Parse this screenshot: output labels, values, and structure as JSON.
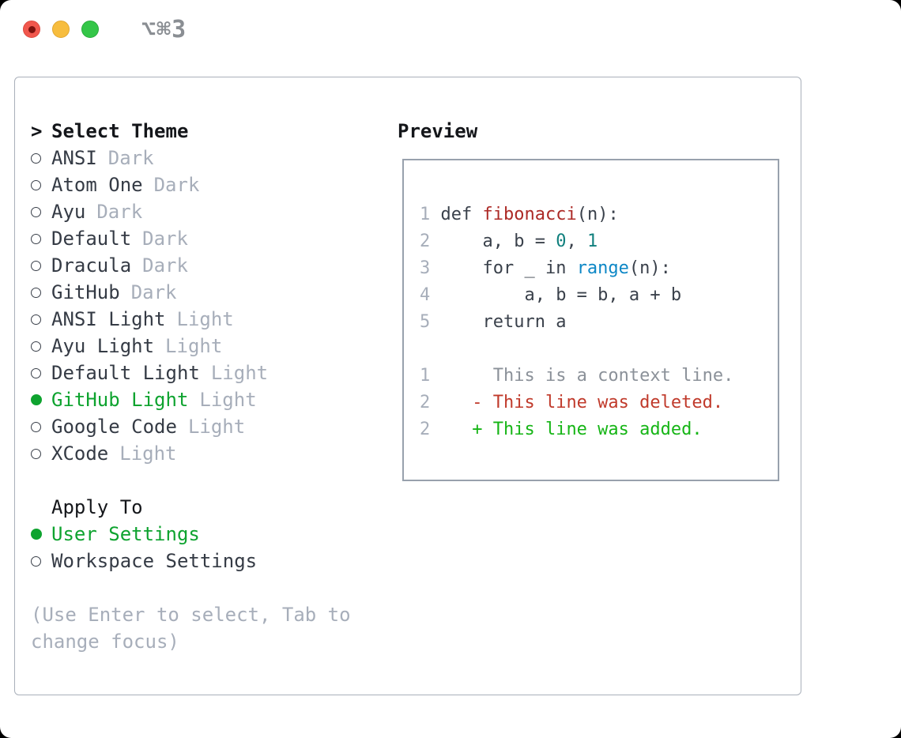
{
  "window": {
    "title": "⌥⌘3",
    "traffic_lights": [
      "close",
      "minimize",
      "zoom"
    ]
  },
  "theme_picker": {
    "prompt": ">",
    "title": "Select Theme",
    "themes": [
      {
        "name": "ANSI",
        "tag": "Dark",
        "selected": false
      },
      {
        "name": "Atom One",
        "tag": "Dark",
        "selected": false
      },
      {
        "name": "Ayu",
        "tag": "Dark",
        "selected": false
      },
      {
        "name": "Default",
        "tag": "Dark",
        "selected": false
      },
      {
        "name": "Dracula",
        "tag": "Dark",
        "selected": false
      },
      {
        "name": "GitHub",
        "tag": "Dark",
        "selected": false
      },
      {
        "name": "ANSI Light",
        "tag": "Light",
        "selected": false
      },
      {
        "name": "Ayu Light",
        "tag": "Light",
        "selected": false
      },
      {
        "name": "Default Light",
        "tag": "Light",
        "selected": false
      },
      {
        "name": "GitHub Light",
        "tag": "Light",
        "selected": true
      },
      {
        "name": "Google Code",
        "tag": "Light",
        "selected": false
      },
      {
        "name": "XCode",
        "tag": "Light",
        "selected": false
      }
    ],
    "apply_to": {
      "label": "Apply To",
      "options": [
        {
          "label": "User Settings",
          "selected": true
        },
        {
          "label": "Workspace Settings",
          "selected": false
        }
      ]
    },
    "hint": "(Use Enter to select, Tab to change focus)"
  },
  "preview": {
    "label": "Preview",
    "lines": [
      {
        "num": "1",
        "segs": [
          {
            "t": "def ",
            "c": "code"
          },
          {
            "t": "fibonacci",
            "c": "fn"
          },
          {
            "t": "(n):",
            "c": "code"
          }
        ]
      },
      {
        "num": "2",
        "segs": [
          {
            "t": "    a, b = ",
            "c": "code"
          },
          {
            "t": "0",
            "c": "num"
          },
          {
            "t": ", ",
            "c": "code"
          },
          {
            "t": "1",
            "c": "num"
          }
        ]
      },
      {
        "num": "3",
        "segs": [
          {
            "t": "    for _ in ",
            "c": "code"
          },
          {
            "t": "range",
            "c": "call"
          },
          {
            "t": "(n):",
            "c": "code"
          }
        ]
      },
      {
        "num": "4",
        "segs": [
          {
            "t": "        a, b = b, a + b",
            "c": "code"
          }
        ]
      },
      {
        "num": "5",
        "segs": [
          {
            "t": "    return a",
            "c": "code"
          }
        ]
      },
      {
        "num": "",
        "segs": []
      },
      {
        "num": "1",
        "segs": [
          {
            "t": "     This is a context line.",
            "c": "ctx"
          }
        ]
      },
      {
        "num": "2",
        "segs": [
          {
            "t": "   - This line was deleted.",
            "c": "del"
          }
        ]
      },
      {
        "num": "2",
        "segs": [
          {
            "t": "   + This line was added.",
            "c": "add"
          }
        ]
      }
    ]
  },
  "icons": {
    "radio_unselected": "circle-outline",
    "radio_selected": "circle-filled-green",
    "close_dot": "dark-red-dot"
  },
  "colors": {
    "selection_green": "#0ea32f",
    "added_green": "#16b516",
    "deleted_red": "#c03a2b",
    "function_red": "#ac2a26",
    "builtin_blue": "#0d87c6",
    "number_teal": "#11807e",
    "muted_gray": "#a7aeba",
    "context_gray": "#8b9199",
    "text_dark": "#353b45",
    "panel_border": "#a9b0ba",
    "preview_border": "#98a1ad",
    "traffic_red": "#f1574d",
    "traffic_yellow": "#f7bd3e",
    "traffic_green": "#34c648"
  }
}
